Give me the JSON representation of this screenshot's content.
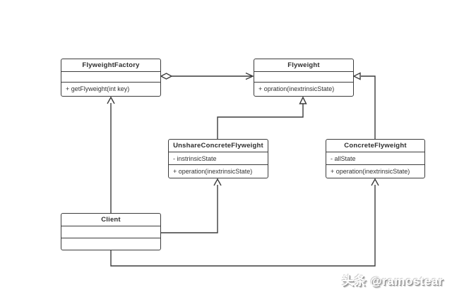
{
  "colors": {
    "line": "#3c3c3c",
    "box_fill": "#ffffff",
    "text": "#2e2e2e",
    "background": "#ffffff"
  },
  "classes": [
    {
      "name": "FlyweightFactory",
      "attributes": [],
      "methods": [
        "+ getFlyweight(int key)"
      ]
    },
    {
      "name": "Flyweight",
      "attributes": [],
      "methods": [
        "+ opration(inextrinsicState)"
      ]
    },
    {
      "name": "UnshareConcreteFlyweight",
      "attributes": [
        "- instrinsicState"
      ],
      "methods": [
        "+ operation(inextrinsicState)"
      ]
    },
    {
      "name": "ConcreteFlyweight",
      "attributes": [
        "- allState"
      ],
      "methods": [
        "+ operation(inextrinsicState)"
      ]
    },
    {
      "name": "Client",
      "attributes": [],
      "methods": []
    }
  ],
  "relationships": [
    {
      "from": "FlyweightFactory",
      "to": "Flyweight",
      "type": "aggregation-with-arrow"
    },
    {
      "from": "UnshareConcreteFlyweight",
      "to": "Flyweight",
      "type": "generalization"
    },
    {
      "from": "ConcreteFlyweight",
      "to": "Flyweight",
      "type": "generalization"
    },
    {
      "from": "Client",
      "to": "FlyweightFactory",
      "type": "association-arrow"
    },
    {
      "from": "Client",
      "to": "UnshareConcreteFlyweight",
      "type": "association-arrow"
    },
    {
      "from": "Client",
      "to": "ConcreteFlyweight",
      "type": "association-arrow"
    }
  ],
  "watermark": {
    "text": "头条 @ramostear"
  }
}
